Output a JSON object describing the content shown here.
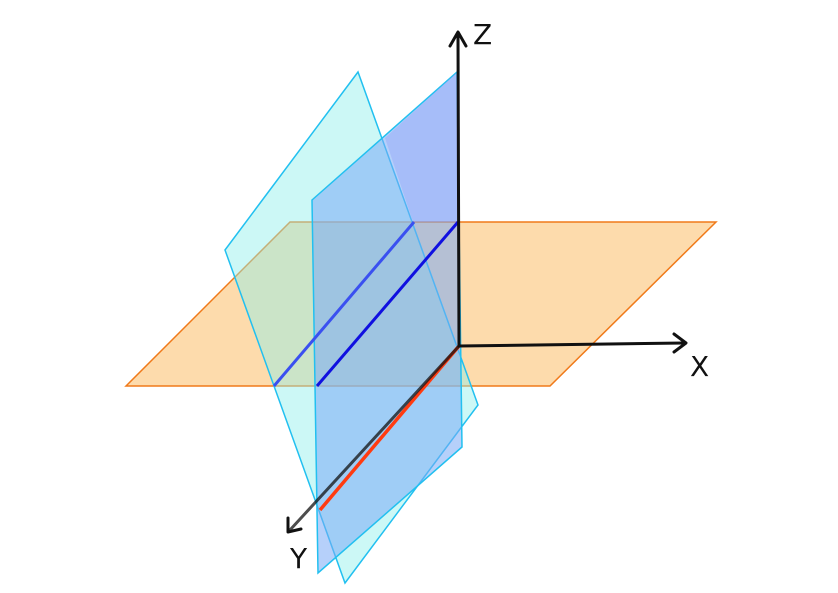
{
  "diagram": {
    "axes": {
      "x_label": "X",
      "y_label": "Y",
      "z_label": "Z"
    },
    "colors": {
      "axis": "#111111",
      "horizontal_plane_fill": "#fdd9a8",
      "horizontal_plane_stroke": "#f07a1a",
      "tilted_plane_fill": "#8ff0ea",
      "vertical_plane_fill": "#8cb8f5",
      "plane_stroke": "#22c0f0",
      "intersection_blue": "#1010e0",
      "intersection_blue_light": "#3a50f0",
      "intersection_red": "#ff3b10"
    }
  }
}
